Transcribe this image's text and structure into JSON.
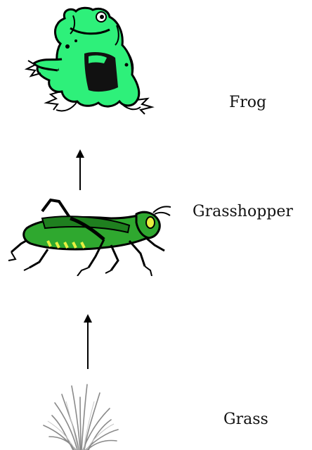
{
  "food_chain": {
    "organisms": [
      {
        "label": "Frog",
        "icon": "frog-icon"
      },
      {
        "label": "Grasshopper",
        "icon": "grasshopper-icon"
      },
      {
        "label": "Grass",
        "icon": "grass-icon"
      }
    ],
    "arrows": [
      {
        "from": "Grasshopper",
        "to": "Frog"
      },
      {
        "from": "Grass",
        "to": "Grasshopper"
      }
    ]
  },
  "colors": {
    "frog_green": "#2ef07a",
    "grasshopper_green": "#2fa82f",
    "grass_gray": "#9a9a9a",
    "outline": "#000000"
  }
}
